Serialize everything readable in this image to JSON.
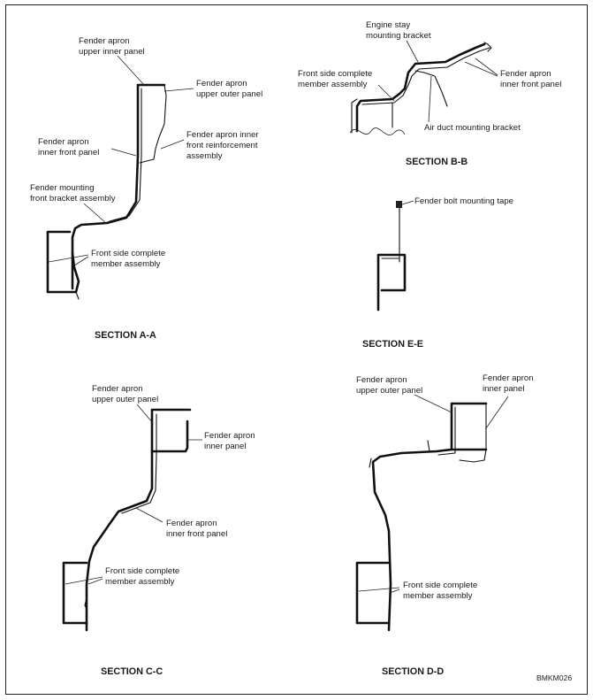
{
  "sections": {
    "aa": {
      "title": "SECTION A-A",
      "labels": {
        "upper_inner_1": "Fender apron",
        "upper_inner_2": "upper inner panel",
        "upper_outer_1": "Fender apron",
        "upper_outer_2": "upper outer panel",
        "reinf_1": "Fender apron inner",
        "reinf_2": "front reinforcement",
        "reinf_3": "assembly",
        "inner_front_1": "Fender apron",
        "inner_front_2": "inner front panel",
        "mount_1": "Fender mounting",
        "mount_2": "front bracket assembly",
        "member_1": "Front side complete",
        "member_2": "member assembly"
      }
    },
    "bb": {
      "title": "SECTION B-B",
      "labels": {
        "engine_1": "Engine stay",
        "engine_2": "mounting bracket",
        "member_1": "Front side complete",
        "member_2": "member assembly",
        "inner_front_1": "Fender apron",
        "inner_front_2": "inner front panel",
        "air_duct": "Air duct mounting bracket"
      }
    },
    "ee": {
      "title": "SECTION E-E",
      "labels": {
        "tape": "Fender bolt mounting tape"
      }
    },
    "cc": {
      "title": "SECTION C-C",
      "labels": {
        "upper_outer_1": "Fender apron",
        "upper_outer_2": "upper outer panel",
        "inner_1": "Fender apron",
        "inner_2": "inner panel",
        "inner_front_1": "Fender apron",
        "inner_front_2": "inner front panel",
        "member_1": "Front side complete",
        "member_2": "member assembly"
      }
    },
    "dd": {
      "title": "SECTION D-D",
      "labels": {
        "upper_outer_1": "Fender apron",
        "upper_outer_2": "upper outer panel",
        "inner_1": "Fender apron",
        "inner_2": "inner  panel",
        "member_1": "Front side complete",
        "member_2": "member assembly"
      }
    }
  },
  "figure_code": "BMKM026"
}
